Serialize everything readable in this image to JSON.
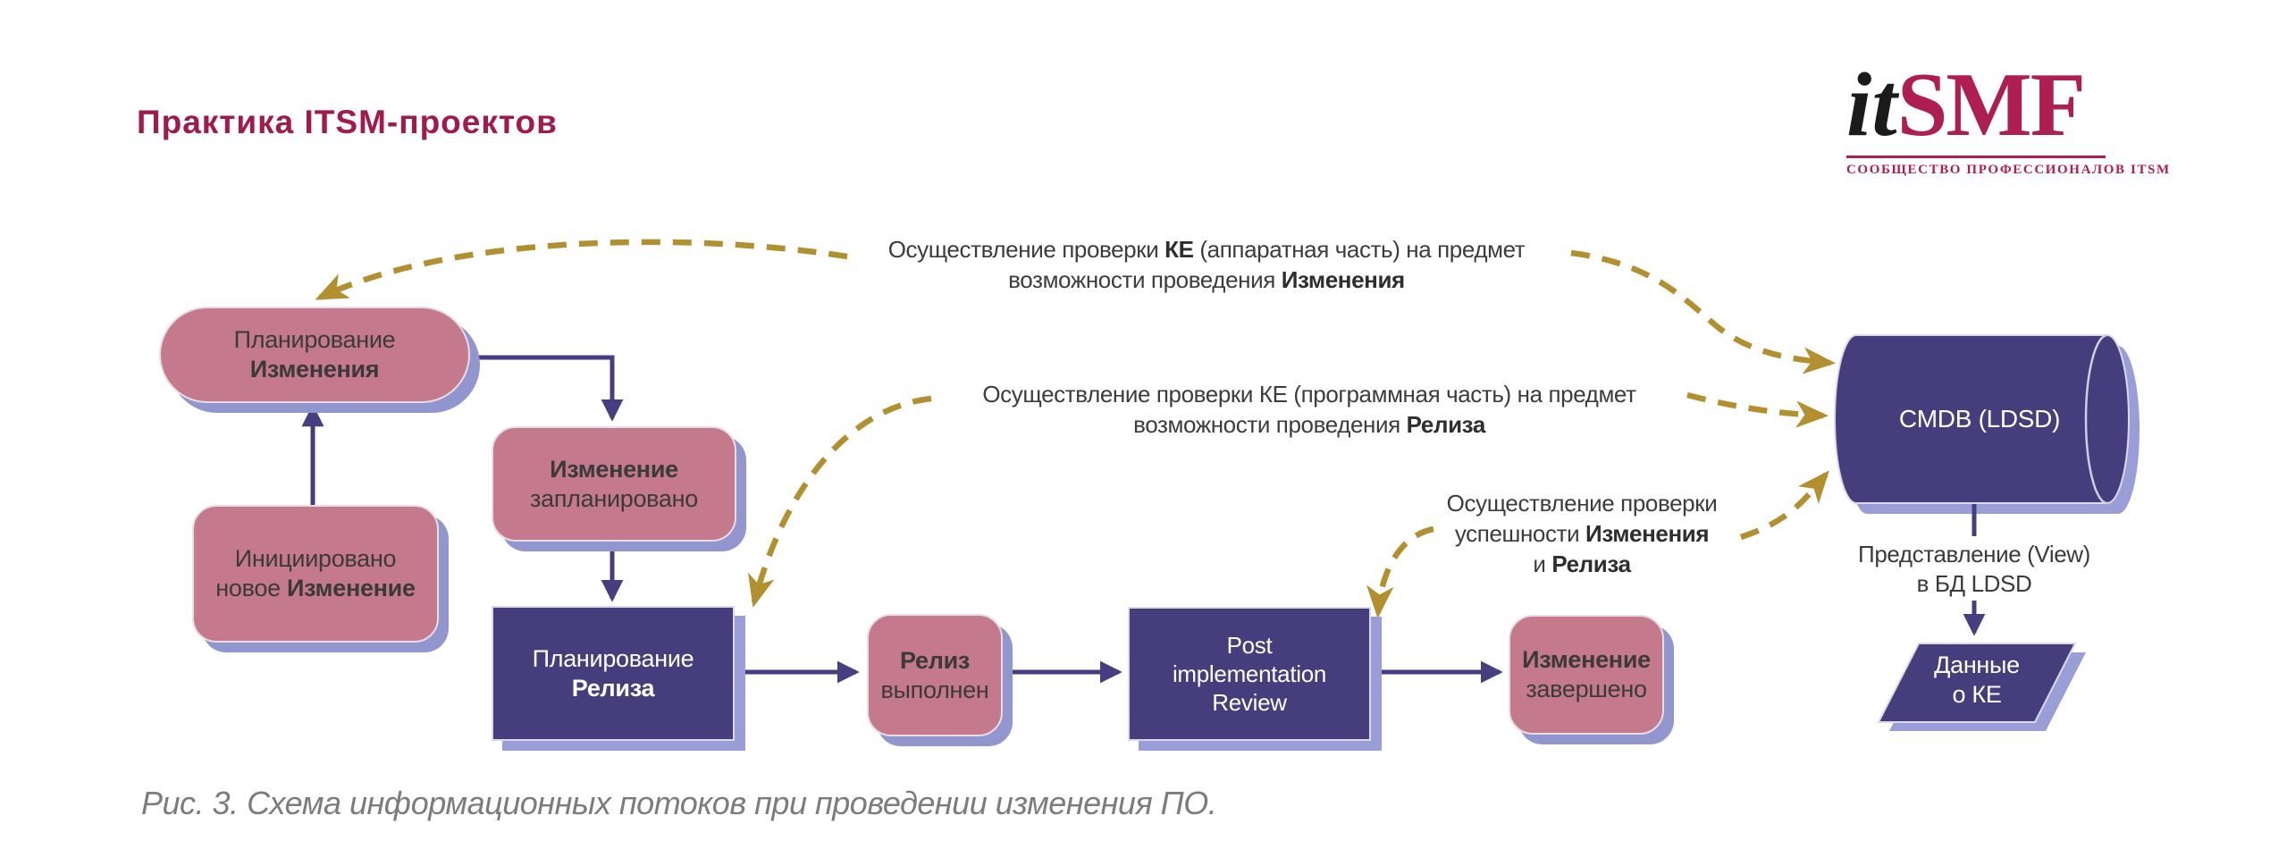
{
  "header": {
    "title": "Практика ITSM-проектов"
  },
  "logo": {
    "it": "it",
    "smf": "SMF",
    "tagline": "СООБЩЕСТВО ПРОФЕССИОНАЛОВ ITSM"
  },
  "colors": {
    "accent_crimson": "#a01a4e",
    "pink_node_fill": "#c5798c",
    "purple_node_fill": "#463d7c",
    "node_shadow": "#969bd2",
    "arrow_purple": "#453e80",
    "dashed_gold": "#b3902f",
    "text_dark": "#3a3a3a",
    "caption_gray": "#7c7c7c"
  },
  "nodes": {
    "planning_change": {
      "line1": "Планирование",
      "line2": "Изменения"
    },
    "initiated": {
      "line1": "Инициировано",
      "line2_normal": "новое ",
      "line2_bold": "Изменение"
    },
    "change_planned": {
      "line1": "Изменение",
      "line2": "запланировано"
    },
    "release_planning": {
      "line1": "Планирование",
      "line2": "Релиза"
    },
    "release_done": {
      "line1": "Релиз",
      "line2": "выполнен"
    },
    "pir": {
      "line1": "Post",
      "line2": "implementation",
      "line3": "Review"
    },
    "change_completed": {
      "line1": "Изменение",
      "line2": "завершено"
    },
    "cmdb": {
      "label": "CMDB (LDSD)"
    },
    "view": {
      "line1": "Представление (View)",
      "line2": "в БД LDSD"
    },
    "data_ke": {
      "line1": "Данные",
      "line2": "о КЕ"
    }
  },
  "annotations": {
    "hw_check": {
      "l1s1": "Осуществление проверки ",
      "l1s2": "КЕ",
      "l1s3": " (аппаратная часть) на предмет",
      "l2s1": "возможности проведения ",
      "l2s2": "Изменения"
    },
    "sw_check": {
      "l1": "Осуществление проверки КЕ (программная часть) на предмет",
      "l2s1": "возможности проведения ",
      "l2s2": "Релиза"
    },
    "success_check": {
      "l1": "Осуществление проверки",
      "l2s1": "успешности ",
      "l2s2": "Изменения",
      "l3s1": "и ",
      "l3s2": "Релиза"
    }
  },
  "caption": "Рис. 3. Схема информационных потоков при проведении изменения ПО."
}
